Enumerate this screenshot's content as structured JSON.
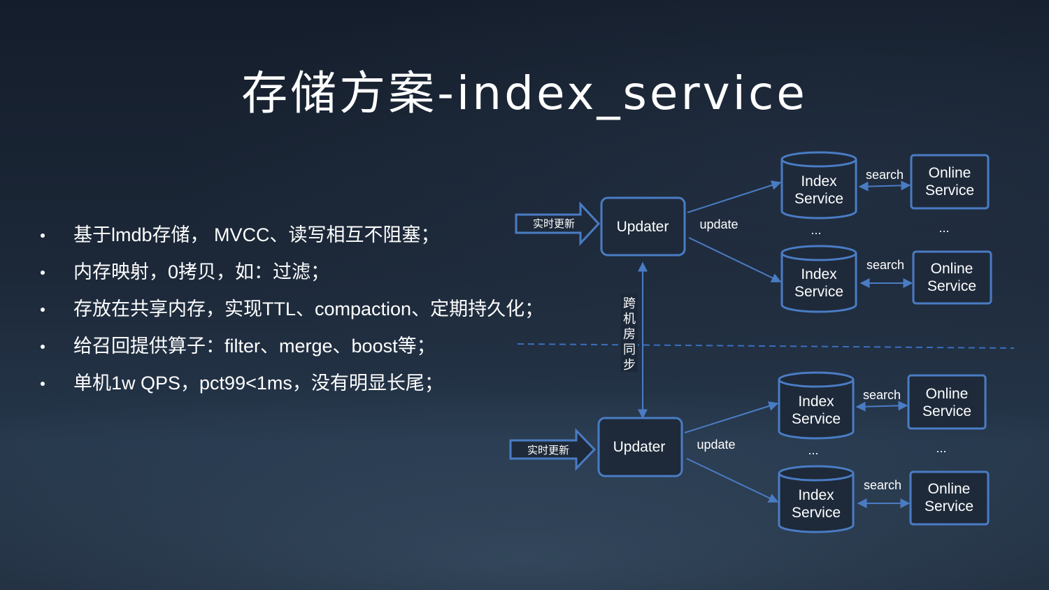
{
  "title": "存储方案-index_service",
  "bullets": [
    "基于lmdb存储， MVCC、读写相互不阻塞；",
    "内存映射，0拷贝，如：过滤；",
    "存放在共享内存，实现TTL、compaction、定期持久化；",
    "给召回提供算子：filter、merge、boost等；",
    "单机1w QPS，pct99<1ms，没有明显长尾；"
  ],
  "diagram": {
    "realtime_update_label": "实时更新",
    "updater_label": "Updater",
    "update_label": "update",
    "search_label": "search",
    "index_service_line1": "Index",
    "index_service_line2": "Service",
    "online_service_line1": "Online",
    "online_service_line2": "Service",
    "ellipsis": "...",
    "cross_dc_sync": [
      "跨",
      "机",
      "房",
      "同",
      "步"
    ]
  },
  "colors": {
    "accent": "#4a7cc4",
    "box_fill": "#1e2a3a",
    "dashed_line": "#3a6fbf"
  }
}
